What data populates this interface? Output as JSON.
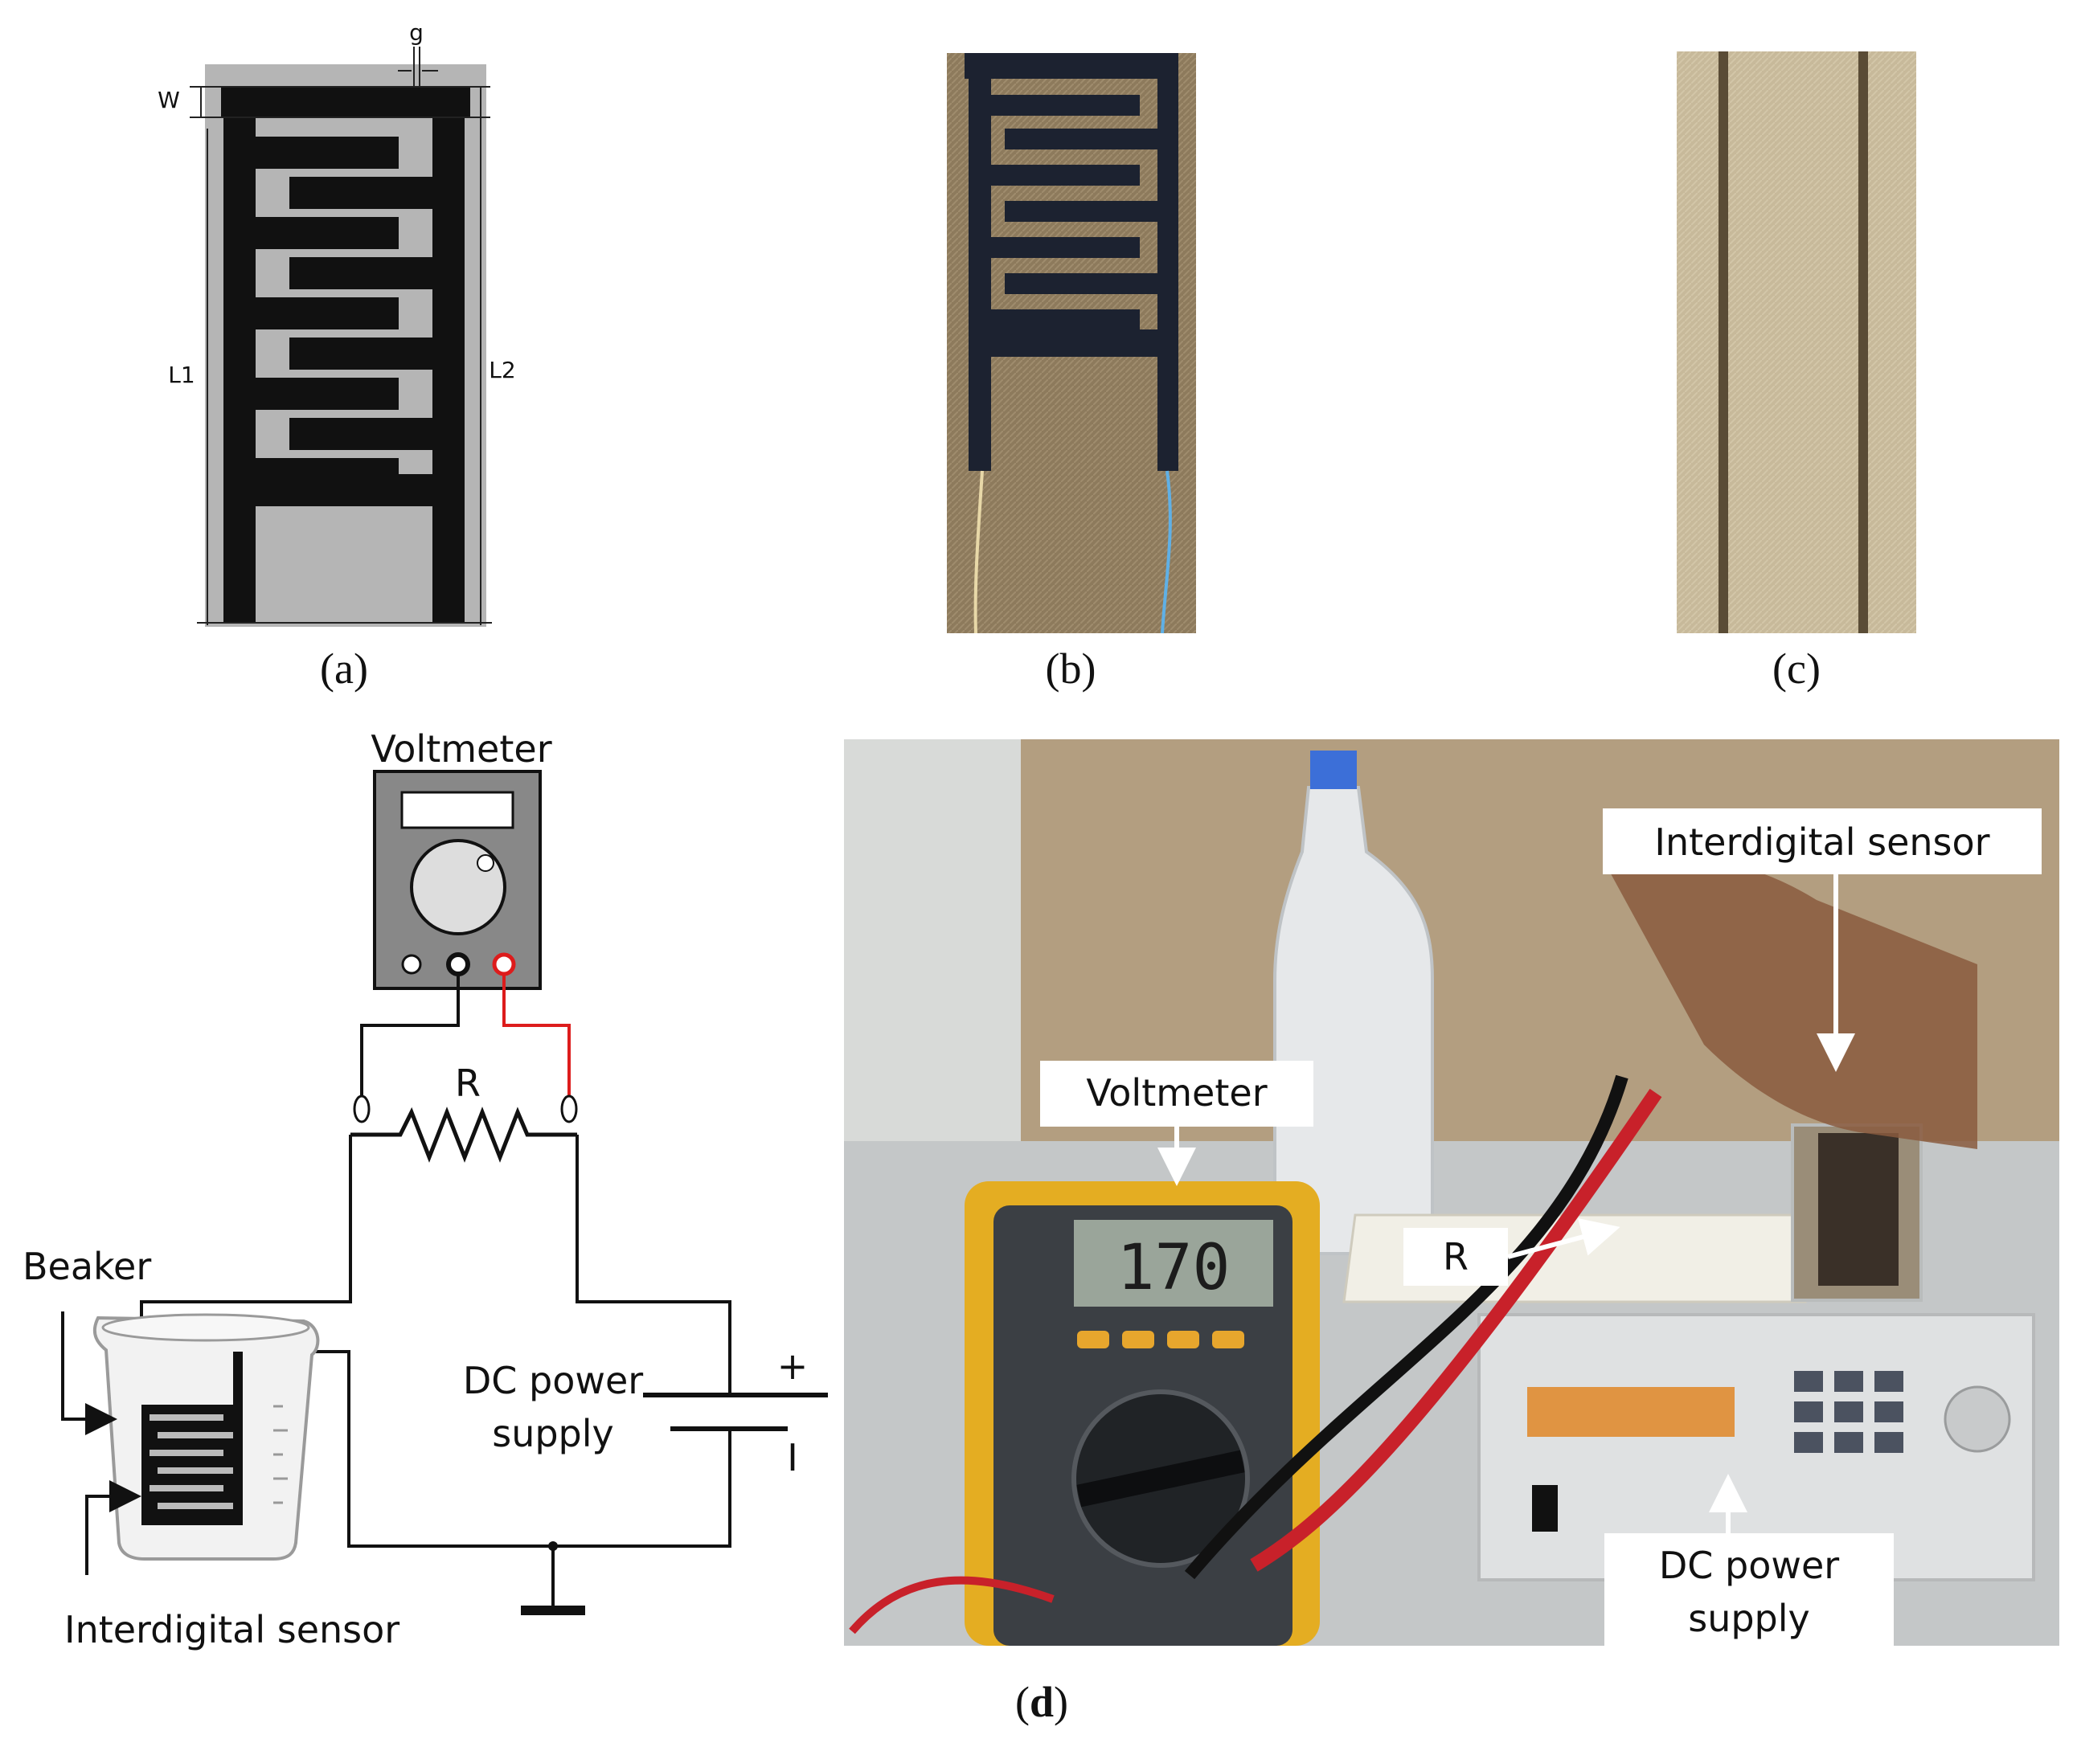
{
  "panel_a": {
    "caption": "(a)",
    "labels": {
      "g": "g",
      "w": "W",
      "l1": "L1",
      "l2": "L2"
    }
  },
  "panel_b": {
    "caption": "(b)"
  },
  "panel_c": {
    "caption": "(c)"
  },
  "panel_d": {
    "caption_bold": "d",
    "caption_open": "(",
    "caption_close": ")",
    "schematic": {
      "voltmeter": "Voltmeter",
      "resistor": "R",
      "beaker": "Beaker",
      "dc_line1": "DC power",
      "dc_line2": "supply",
      "plus": "+",
      "minus": "I",
      "sensor": "Interdigital sensor"
    },
    "photo": {
      "sensor_label": "Interdigital sensor",
      "voltmeter_label": "Voltmeter",
      "resistor_label": "R",
      "dc_line1": "DC power",
      "dc_line2": "supply",
      "meter_reading": "170"
    }
  },
  "colors": {
    "electrode": "#111111",
    "substrate": "#b3b3b3",
    "fabric": "#8e7b5d",
    "probe_red": "#dd1c1c"
  }
}
